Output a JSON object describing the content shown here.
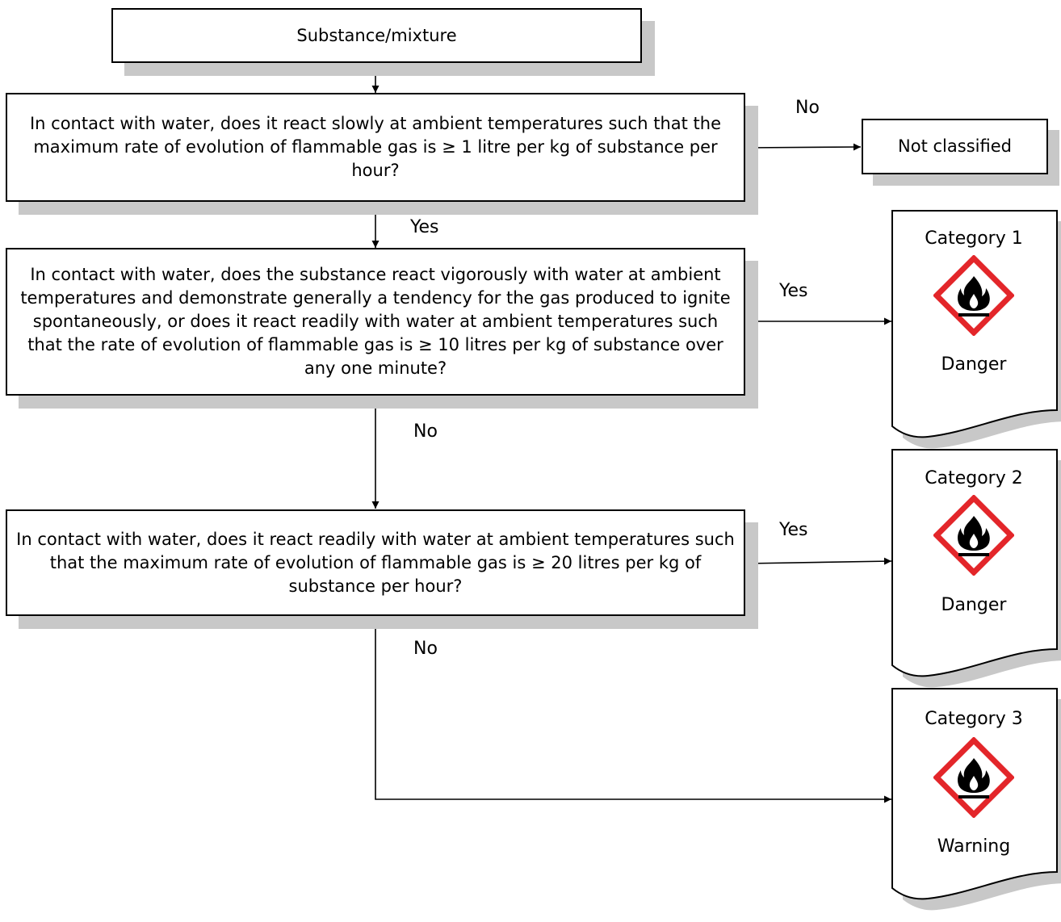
{
  "start": {
    "label": "Substance/mixture"
  },
  "questions": {
    "q1": {
      "text": "In contact with water, does it react slowly at ambient temperatures such that the maximum rate of evolution of flammable gas is ≥ 1 litre per kg of substance per hour?"
    },
    "q2": {
      "text": "In contact with water, does the substance react vigorously with water at ambient temperatures and demonstrate generally a tendency for the gas produced to ignite spontaneously, or does it react readily with water at ambient temperatures such that the rate of evolution of flammable gas is ≥ 10 litres per kg of substance over any one minute?"
    },
    "q3": {
      "text": "In contact with water, does it react readily with water at ambient temperatures such that the maximum rate of evolution of flammable gas is ≥ 20 litres per kg of substance per hour?"
    }
  },
  "not_classified": {
    "label": "Not classified"
  },
  "edge_labels": {
    "q1_no": "No",
    "q1_yes": "Yes",
    "q2_yes": "Yes",
    "q2_no": "No",
    "q3_yes": "Yes",
    "q3_no": "No"
  },
  "results": [
    {
      "category": "Category 1",
      "signal_word": "Danger",
      "pictogram": "flame-pictogram"
    },
    {
      "category": "Category 2",
      "signal_word": "Danger",
      "pictogram": "flame-pictogram"
    },
    {
      "category": "Category 3",
      "signal_word": "Warning",
      "pictogram": "flame-pictogram"
    }
  ],
  "colors": {
    "pictogram_border": "#e3262a",
    "shadow": "#c8c8c8",
    "line": "#000000"
  }
}
